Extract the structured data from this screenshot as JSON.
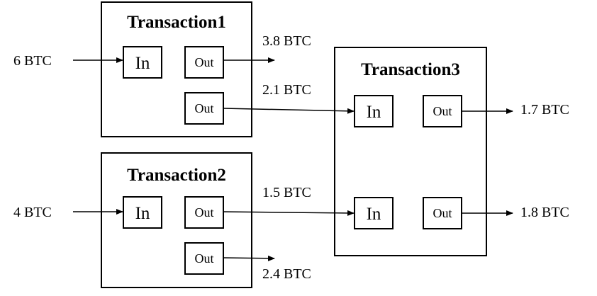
{
  "colors": {
    "stroke": "#000000",
    "background": "#ffffff"
  },
  "transactions": [
    {
      "title": "Transaction1",
      "input_label": "In",
      "output_label": "Out",
      "input_amount": "6 BTC",
      "outputs": [
        "3.8 BTC",
        "2.1 BTC"
      ]
    },
    {
      "title": "Transaction2",
      "input_label": "In",
      "output_label": "Out",
      "input_amount": "4 BTC",
      "outputs": [
        "1.5 BTC",
        "2.4 BTC"
      ]
    },
    {
      "title": "Transaction3",
      "input_label": "In",
      "output_label": "Out",
      "outputs": [
        "1.7 BTC",
        "1.8 BTC"
      ]
    }
  ]
}
